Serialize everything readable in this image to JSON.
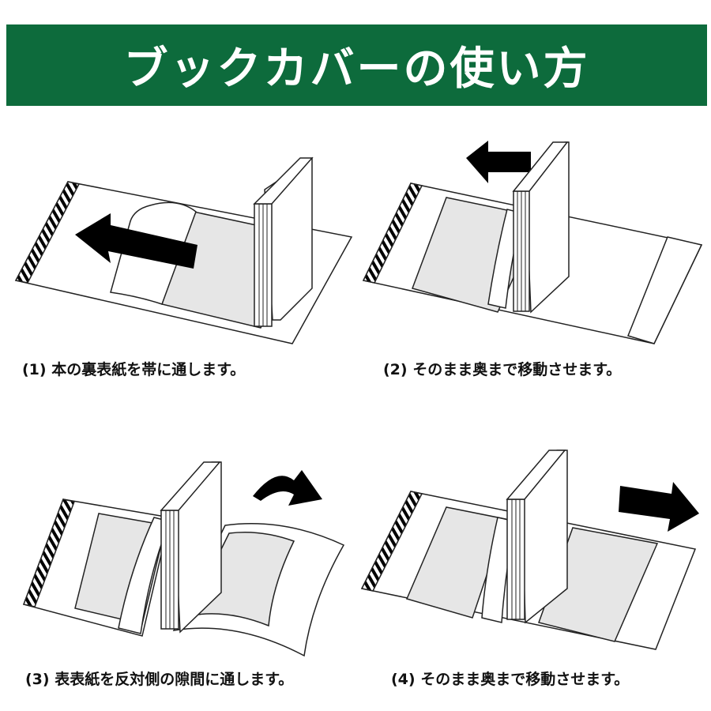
{
  "title": "ブックカバーの使い方",
  "steps": [
    {
      "caption": "(1) 本の裏表紙を帯に通します。"
    },
    {
      "caption": "(2) そのまま奥まで移動させます。"
    },
    {
      "caption": "(3) 表表紙を反対側の隙間に通します。"
    },
    {
      "caption": "(4) そのまま奥まで移動させます。"
    }
  ],
  "colors": {
    "banner": "#0d6b3c",
    "inner_sheet": "#e6e6e6",
    "arrow": "#000000"
  }
}
